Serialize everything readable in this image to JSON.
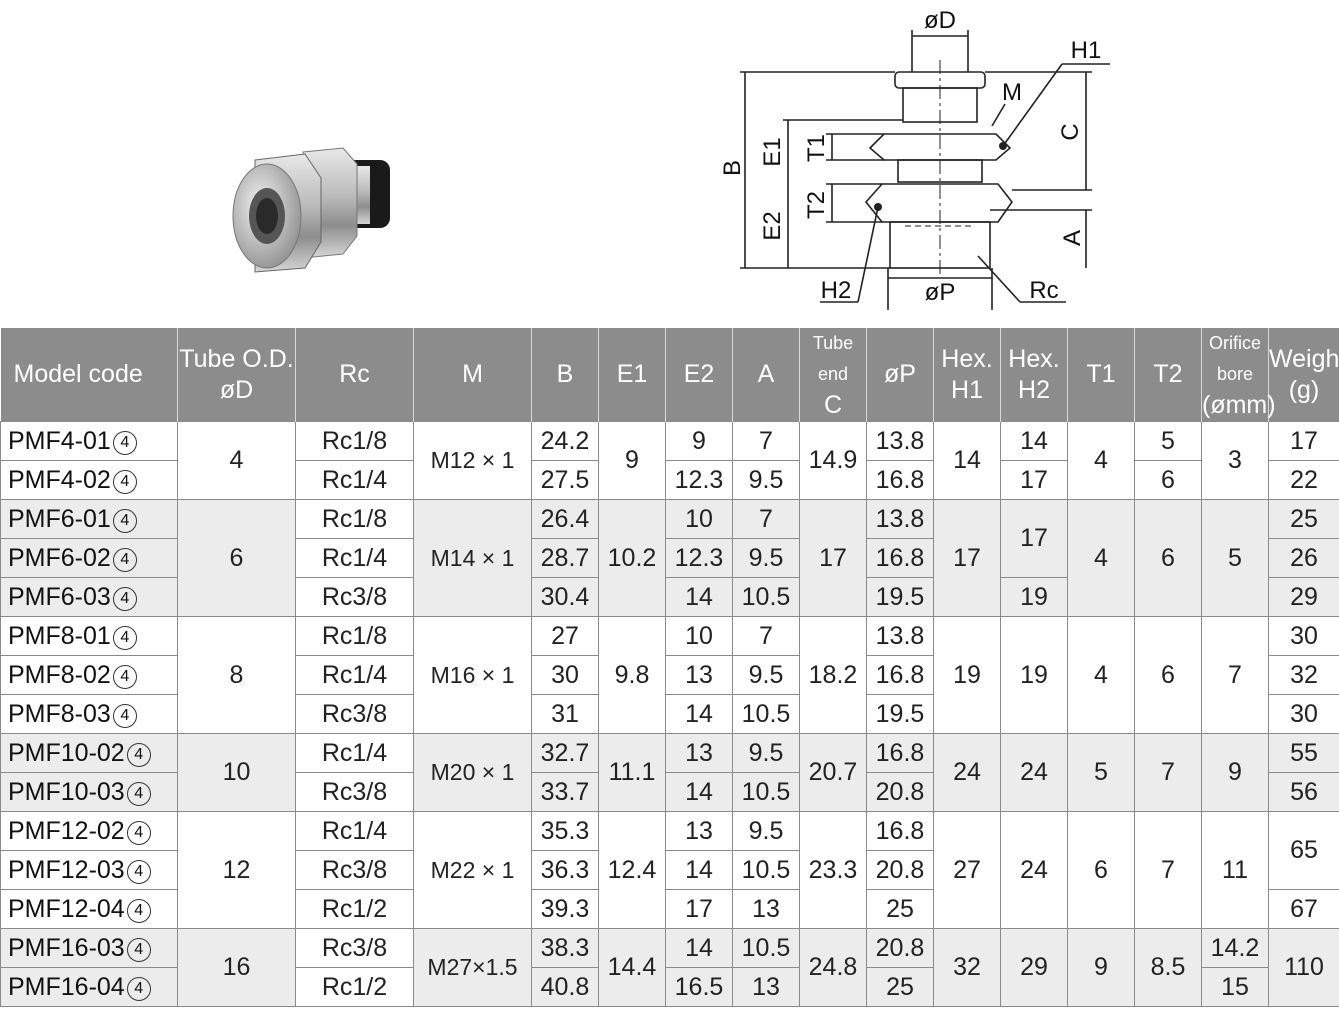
{
  "drawing_labels": {
    "oD": "øD",
    "H1": "H1",
    "M": "M",
    "C": "C",
    "B": "B",
    "E1": "E1",
    "T1": "T1",
    "T2": "T2",
    "E2": "E2",
    "A": "A",
    "H2": "H2",
    "oP": "øP",
    "Rc": "Rc"
  },
  "colors": {
    "header_bg": "#8c8c8c",
    "band": "#ececec",
    "border": "#8a8a8a"
  },
  "table": {
    "headers": [
      {
        "l1": "Model code",
        "l2": ""
      },
      {
        "l1": "Tube O.D.",
        "l2": "øD"
      },
      {
        "l1": "Rc",
        "l2": ""
      },
      {
        "l1": "M",
        "l2": ""
      },
      {
        "l1": "B",
        "l2": ""
      },
      {
        "l1": "E1",
        "l2": ""
      },
      {
        "l1": "E2",
        "l2": ""
      },
      {
        "l1": "A",
        "l2": ""
      },
      {
        "l1": "Tube end",
        "l2": "C"
      },
      {
        "l1": "øP",
        "l2": ""
      },
      {
        "l1": "Hex.",
        "l2": "H1"
      },
      {
        "l1": "Hex.",
        "l2": "H2"
      },
      {
        "l1": "T1",
        "l2": ""
      },
      {
        "l1": "T2",
        "l2": ""
      },
      {
        "l1": "Orifice bore",
        "l2": "(ømm)"
      },
      {
        "l1": "Weight",
        "l2": "(g)"
      }
    ],
    "badge": "4",
    "groups": [
      {
        "tube": "4",
        "M": "M12 × 1",
        "E1": "9",
        "C": "14.9",
        "H1": "14",
        "T1": "4",
        "orifice": "3",
        "rows": [
          {
            "model": "PMF4-01",
            "rc": "Rc1/8",
            "B": "24.2",
            "E2": "9",
            "A": "7",
            "P": "13.8",
            "H2": "14",
            "T2": "5",
            "weight": "17"
          },
          {
            "model": "PMF4-02",
            "rc": "Rc1/4",
            "B": "27.5",
            "E2": "12.3",
            "A": "9.5",
            "P": "16.8",
            "H2": "17",
            "T2": "6",
            "weight": "22"
          }
        ]
      },
      {
        "tube": "6",
        "M": "M14 × 1",
        "E1": "10.2",
        "C": "17",
        "H1": "17",
        "T1": "4",
        "T2": "6",
        "orifice": "5",
        "rows": [
          {
            "model": "PMF6-01",
            "rc": "Rc1/8",
            "B": "26.4",
            "E2": "10",
            "A": "7",
            "P": "13.8",
            "weight": "25"
          },
          {
            "model": "PMF6-02",
            "rc": "Rc1/4",
            "B": "28.7",
            "E2": "12.3",
            "A": "9.5",
            "P": "16.8",
            "weight": "26"
          },
          {
            "model": "PMF6-03",
            "rc": "Rc3/8",
            "B": "30.4",
            "E2": "14",
            "A": "10.5",
            "P": "19.5",
            "weight": "29"
          }
        ],
        "h2": [
          {
            "v": "17",
            "span": 2
          },
          {
            "v": "19",
            "span": 1
          }
        ]
      },
      {
        "tube": "8",
        "M": "M16 × 1",
        "E1": "9.8",
        "C": "18.2",
        "H1": "19",
        "H2": "19",
        "T1": "4",
        "T2": "6",
        "orifice": "7",
        "rows": [
          {
            "model": "PMF8-01",
            "rc": "Rc1/8",
            "B": "27",
            "E2": "10",
            "A": "7",
            "P": "13.8",
            "weight": "30"
          },
          {
            "model": "PMF8-02",
            "rc": "Rc1/4",
            "B": "30",
            "E2": "13",
            "A": "9.5",
            "P": "16.8",
            "weight": "32"
          },
          {
            "model": "PMF8-03",
            "rc": "Rc3/8",
            "B": "31",
            "E2": "14",
            "A": "10.5",
            "P": "19.5",
            "weight": "30"
          }
        ]
      },
      {
        "tube": "10",
        "M": "M20 × 1",
        "E1": "11.1",
        "C": "20.7",
        "H1": "24",
        "H2": "24",
        "T1": "5",
        "T2": "7",
        "orifice": "9",
        "rows": [
          {
            "model": "PMF10-02",
            "rc": "Rc1/4",
            "B": "32.7",
            "E2": "13",
            "A": "9.5",
            "P": "16.8",
            "weight": "55"
          },
          {
            "model": "PMF10-03",
            "rc": "Rc3/8",
            "B": "33.7",
            "E2": "14",
            "A": "10.5",
            "P": "20.8",
            "weight": "56"
          }
        ]
      },
      {
        "tube": "12",
        "M": "M22 × 1",
        "E1": "12.4",
        "C": "23.3",
        "H1": "27",
        "H2": "24",
        "T1": "6",
        "T2": "7",
        "orifice": "11",
        "rows": [
          {
            "model": "PMF12-02",
            "rc": "Rc1/4",
            "B": "35.3",
            "E2": "13",
            "A": "9.5",
            "P": "16.8"
          },
          {
            "model": "PMF12-03",
            "rc": "Rc3/8",
            "B": "36.3",
            "E2": "14",
            "A": "10.5",
            "P": "20.8"
          },
          {
            "model": "PMF12-04",
            "rc": "Rc1/2",
            "B": "39.3",
            "E2": "17",
            "A": "13",
            "P": "25"
          }
        ],
        "w": [
          {
            "v": "65",
            "span": 2
          },
          {
            "v": "67",
            "span": 1
          }
        ]
      },
      {
        "tube": "16",
        "M": "M27×1.5",
        "E1": "14.4",
        "C": "24.8",
        "H1": "32",
        "H2": "29",
        "T1": "9",
        "T2": "8.5",
        "weight": "110",
        "rows": [
          {
            "model": "PMF16-03",
            "rc": "Rc3/8",
            "B": "38.3",
            "E2": "14",
            "A": "10.5",
            "P": "20.8",
            "orifice": "14.2"
          },
          {
            "model": "PMF16-04",
            "rc": "Rc1/2",
            "B": "40.8",
            "E2": "16.5",
            "A": "13",
            "P": "25",
            "orifice": "15"
          }
        ]
      }
    ]
  }
}
